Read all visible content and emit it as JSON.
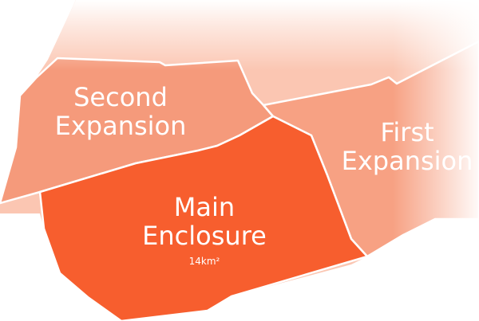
{
  "regions": {
    "second_expansion": {
      "label_line1": "Second",
      "label_line2": "Expansion",
      "color": "#f59a7b"
    },
    "first_expansion": {
      "label_line1": "First",
      "label_line2": "Expansion",
      "color": "#f7a183"
    },
    "main_enclosure": {
      "label_line1": "Main",
      "label_line2": "Enclosure",
      "area": "14km²",
      "color": "#f75e2e"
    },
    "outer_area": {
      "color": "#fbc6b2"
    }
  }
}
